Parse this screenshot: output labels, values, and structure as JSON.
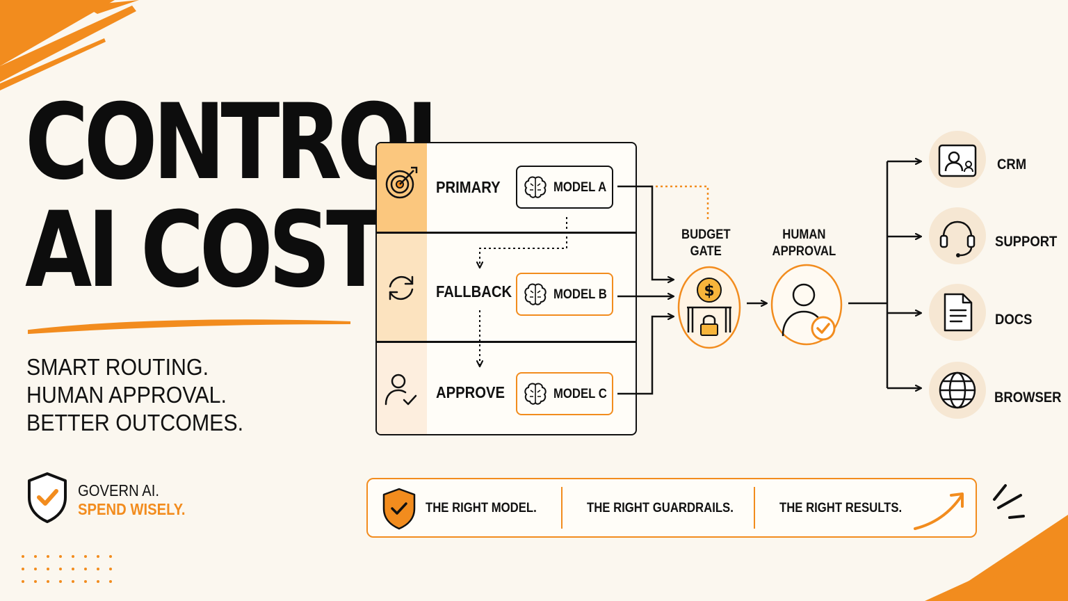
{
  "headline": {
    "line1": "CONTROL",
    "line2": "AI COSTS",
    "dot": "."
  },
  "tagline": {
    "line1": "SMART ROUTING.",
    "line2": "HUMAN APPROVAL.",
    "line3": "BETTER OUTCOMES."
  },
  "govern": {
    "line1": "GOVERN AI.",
    "line2": "SPEND WISELY."
  },
  "routing_rows": [
    {
      "label": "PRIMARY",
      "model": "MODEL A",
      "icon": "target-icon"
    },
    {
      "label": "FALLBACK",
      "model": "MODEL B",
      "icon": "refresh-icon"
    },
    {
      "label": "APPROVE",
      "model": "MODEL C",
      "icon": "user-check-icon"
    }
  ],
  "stages": {
    "budget_gate": {
      "line1": "BUDGET",
      "line2": "GATE"
    },
    "human_approval": {
      "line1": "HUMAN",
      "line2": "APPROVAL"
    }
  },
  "destinations": [
    {
      "label": "CRM",
      "icon": "contact-card-icon"
    },
    {
      "label": "SUPPORT",
      "icon": "headset-icon"
    },
    {
      "label": "DOCS",
      "icon": "document-icon"
    },
    {
      "label": "BROWSER",
      "icon": "globe-icon"
    }
  ],
  "footer": {
    "item1": "THE RIGHT MODEL.",
    "item2": "THE RIGHT GUARDRAILS.",
    "item3": "THE RIGHT RESULTS."
  },
  "colors": {
    "accent": "#f28c1e",
    "accent_light": "#fbc77e",
    "ink": "#111111",
    "background": "#fbf7ef"
  }
}
